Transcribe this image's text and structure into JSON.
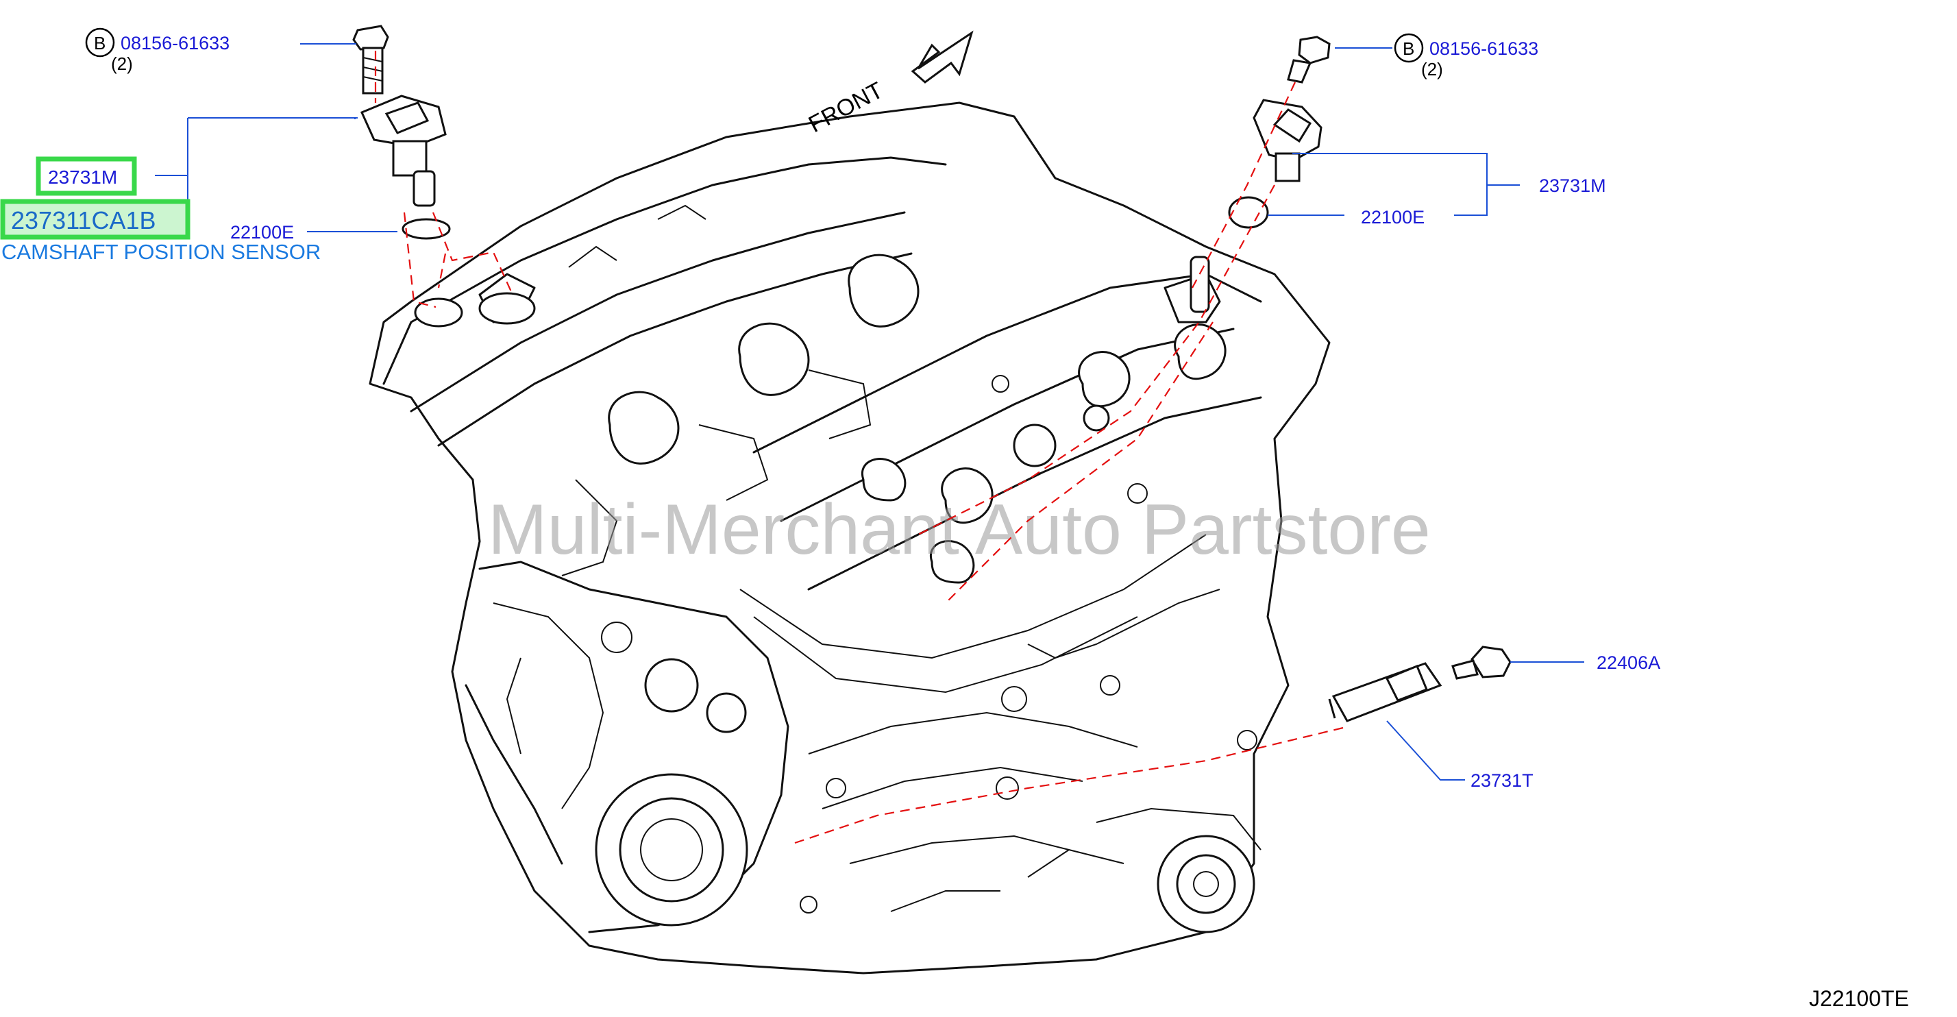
{
  "callouts": {
    "bolt_left_ref": "08156-61633",
    "bolt_left_qty": "(2)",
    "bolt_right_ref": "08156-61633",
    "bolt_right_qty": "(2)",
    "circle_letter_left": "B",
    "circle_letter_right": "B",
    "sensor_left_ref": "23731M",
    "sensor_left_alt": "237311CA1B",
    "sensor_left_desc": "CAMSHAFT POSITION SENSOR",
    "oring_left_ref": "22100E",
    "sensor_right_ref": "23731M",
    "oring_right_ref": "22100E",
    "bolt_lower_ref": "22406A",
    "sensor_lower_ref": "23731T"
  },
  "orientation": {
    "label": "FRONT"
  },
  "watermark": {
    "text": "Multi-Merchant Auto Partstore"
  },
  "drawing_code": "J22100TE",
  "colors": {
    "callout_blue": "#1a1ad6",
    "highlight_green": "#39d84a",
    "highlight_fill": "#ccf5d0",
    "leader_blue": "#1a4fd6",
    "dashed_red": "#e41010"
  }
}
